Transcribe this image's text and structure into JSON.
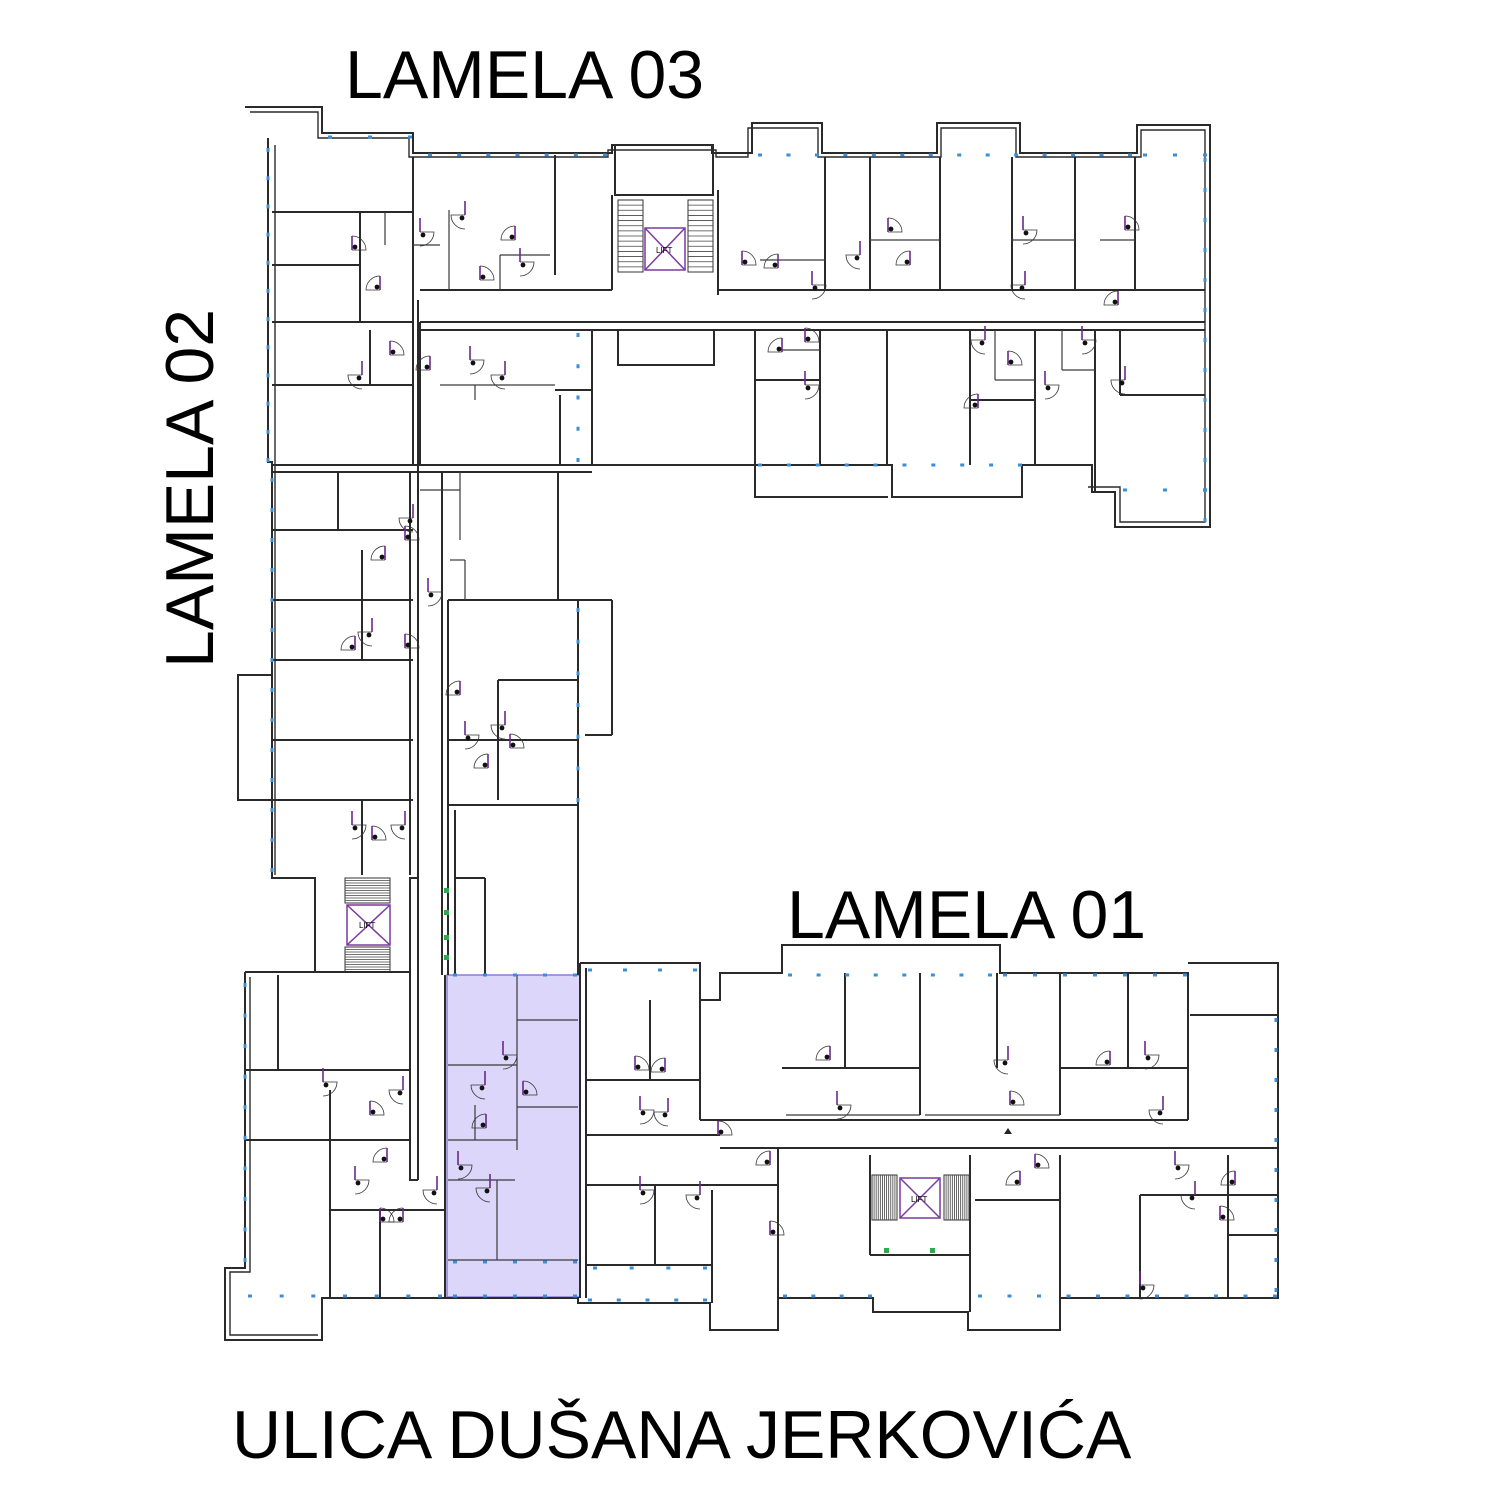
{
  "labels": {
    "lamela_03": "LAMELA 03",
    "lamela_02": "LAMELA 02",
    "lamela_01": "LAMELA 01",
    "street": "ULICA DUŠANA JERKOVIĆA",
    "lift": "LIFT"
  },
  "colors": {
    "highlight_fill": "#dcd6fa",
    "highlight_stroke": "#8a7fd8",
    "window": "#3b8fd6",
    "door_leaf": "#6a2a8a",
    "wall": "#2a2a2a"
  },
  "highlighted_unit": {
    "lamela": "LAMELA 01"
  }
}
